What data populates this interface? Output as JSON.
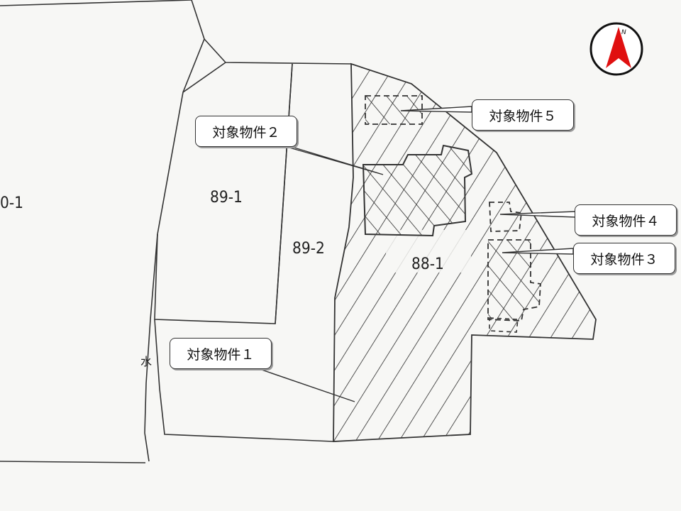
{
  "map": {
    "parcels": [
      {
        "id": "p-80-1",
        "label": "0-1"
      },
      {
        "id": "p-89-1",
        "label": "89-1"
      },
      {
        "id": "p-89-2",
        "label": "89-2"
      },
      {
        "id": "p-88-1",
        "label": "88-1"
      }
    ],
    "water_label": "水",
    "compass": {
      "letter": "N",
      "color": "#e01010"
    },
    "callouts": [
      {
        "id": "target-1",
        "label": "対象物件１"
      },
      {
        "id": "target-2",
        "label": "対象物件２"
      },
      {
        "id": "target-3",
        "label": "対象物件３"
      },
      {
        "id": "target-4",
        "label": "対象物件４"
      },
      {
        "id": "target-5",
        "label": "対象物件５"
      }
    ],
    "colors": {
      "line": "#333333",
      "hatch": "#2a2a2a",
      "background": "#f7f7f5",
      "compass_red": "#e01010"
    }
  }
}
